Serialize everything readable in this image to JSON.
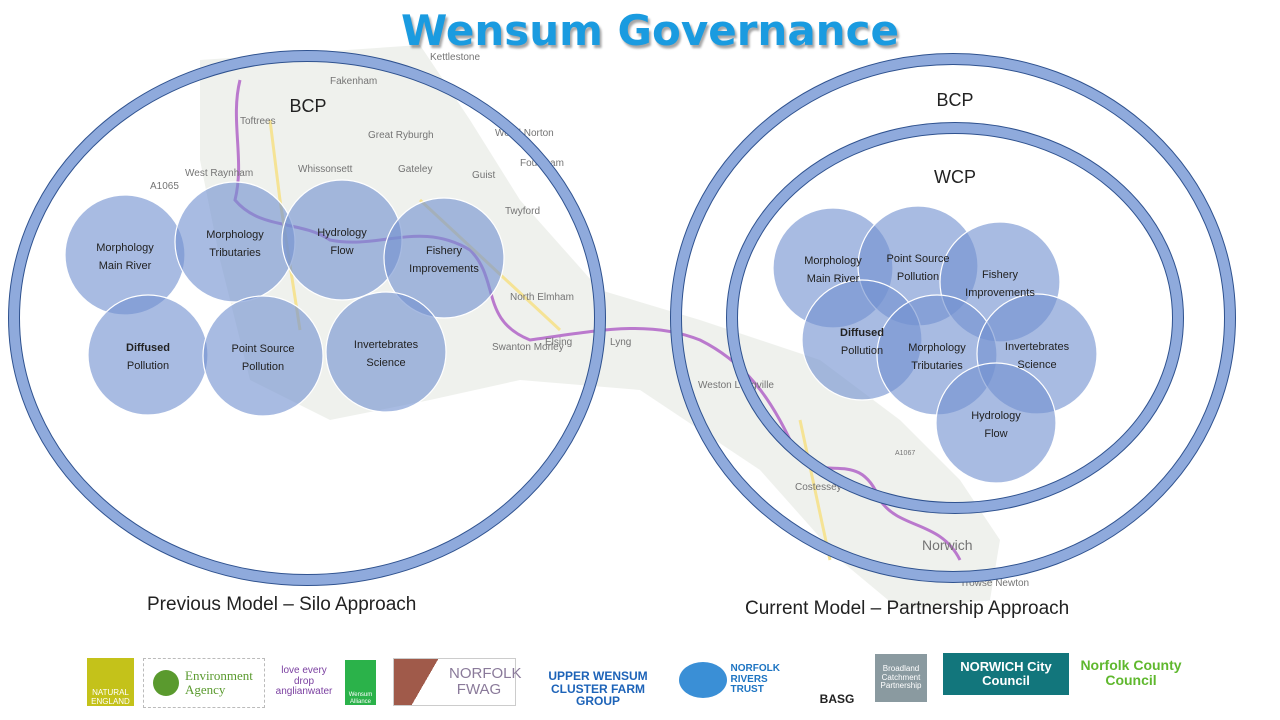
{
  "title": "Wensum Governance",
  "colors": {
    "title": "#1a9be0",
    "ring": "#8faadc",
    "ring_outline": "#2f528f",
    "circle_fill": "#7292d0",
    "river": "#b36bc8"
  },
  "map_labels": [
    "Fakenham",
    "Kettlestone",
    "Toftrees",
    "Great Ryburgh",
    "West Raynham",
    "Guist",
    "Whissonsett",
    "Gateley",
    "Twyford",
    "North Elmham",
    "Foulsham",
    "Wood Norton",
    "Swanton Morley",
    "Elsing",
    "Lyng",
    "Weston Longville",
    "Costessey",
    "Norwich",
    "Trowse Newton",
    "A1065",
    "A1067"
  ],
  "previous_model": {
    "outer_label": "BCP",
    "caption": "Previous  Model – Silo Approach",
    "circles": [
      {
        "line1": "Morphology",
        "line2": "Main River"
      },
      {
        "line1": "Morphology",
        "line2": "Tributaries"
      },
      {
        "line1": "Hydrology",
        "line2": "Flow"
      },
      {
        "line1": "Fishery",
        "line2": "Improvements"
      },
      {
        "line1": "Diffused",
        "line2": "Pollution"
      },
      {
        "line1": "Point Source",
        "line2": "Pollution"
      },
      {
        "line1": "Invertebrates",
        "line2": "Science"
      }
    ]
  },
  "current_model": {
    "outer_label": "BCP",
    "inner_label": "WCP",
    "caption": "Current Model – Partnership Approach",
    "circles": [
      {
        "line1": "Morphology",
        "line2": "Main River"
      },
      {
        "line1": "Point Source",
        "line2": "Pollution"
      },
      {
        "line1": "Fishery",
        "line2": "Improvements"
      },
      {
        "line1": "Diffused",
        "line2": "Pollution"
      },
      {
        "line1": "Morphology",
        "line2": "Tributaries"
      },
      {
        "line1": "Invertebrates",
        "line2": "Science"
      },
      {
        "line1": "Hydrology",
        "line2": "Flow"
      }
    ]
  },
  "logos": [
    {
      "name": "Natural England",
      "text": "NATURAL ENGLAND"
    },
    {
      "name": "Environment Agency",
      "text": "Environment Agency"
    },
    {
      "name": "Anglian Water",
      "text": "love every drop anglianwater"
    },
    {
      "name": "Wensum Alliance",
      "text": "Wensum Alliance"
    },
    {
      "name": "Norfolk FWAG",
      "text": "NORFOLK FWAG"
    },
    {
      "name": "Upper Wensum Cluster Farm Group",
      "text": "UPPER WENSUM CLUSTER FARM GROUP"
    },
    {
      "name": "Norfolk Rivers Trust",
      "text": "NORFOLK RIVERS TRUST"
    },
    {
      "name": "BASG",
      "text": "BASG"
    },
    {
      "name": "Broadland Catchment Partnership",
      "text": "Broadland Catchment Partnership"
    },
    {
      "name": "Norwich City Council",
      "text": "NORWICH City Council"
    },
    {
      "name": "Norfolk County Council",
      "text": "Norfolk County Council"
    }
  ]
}
